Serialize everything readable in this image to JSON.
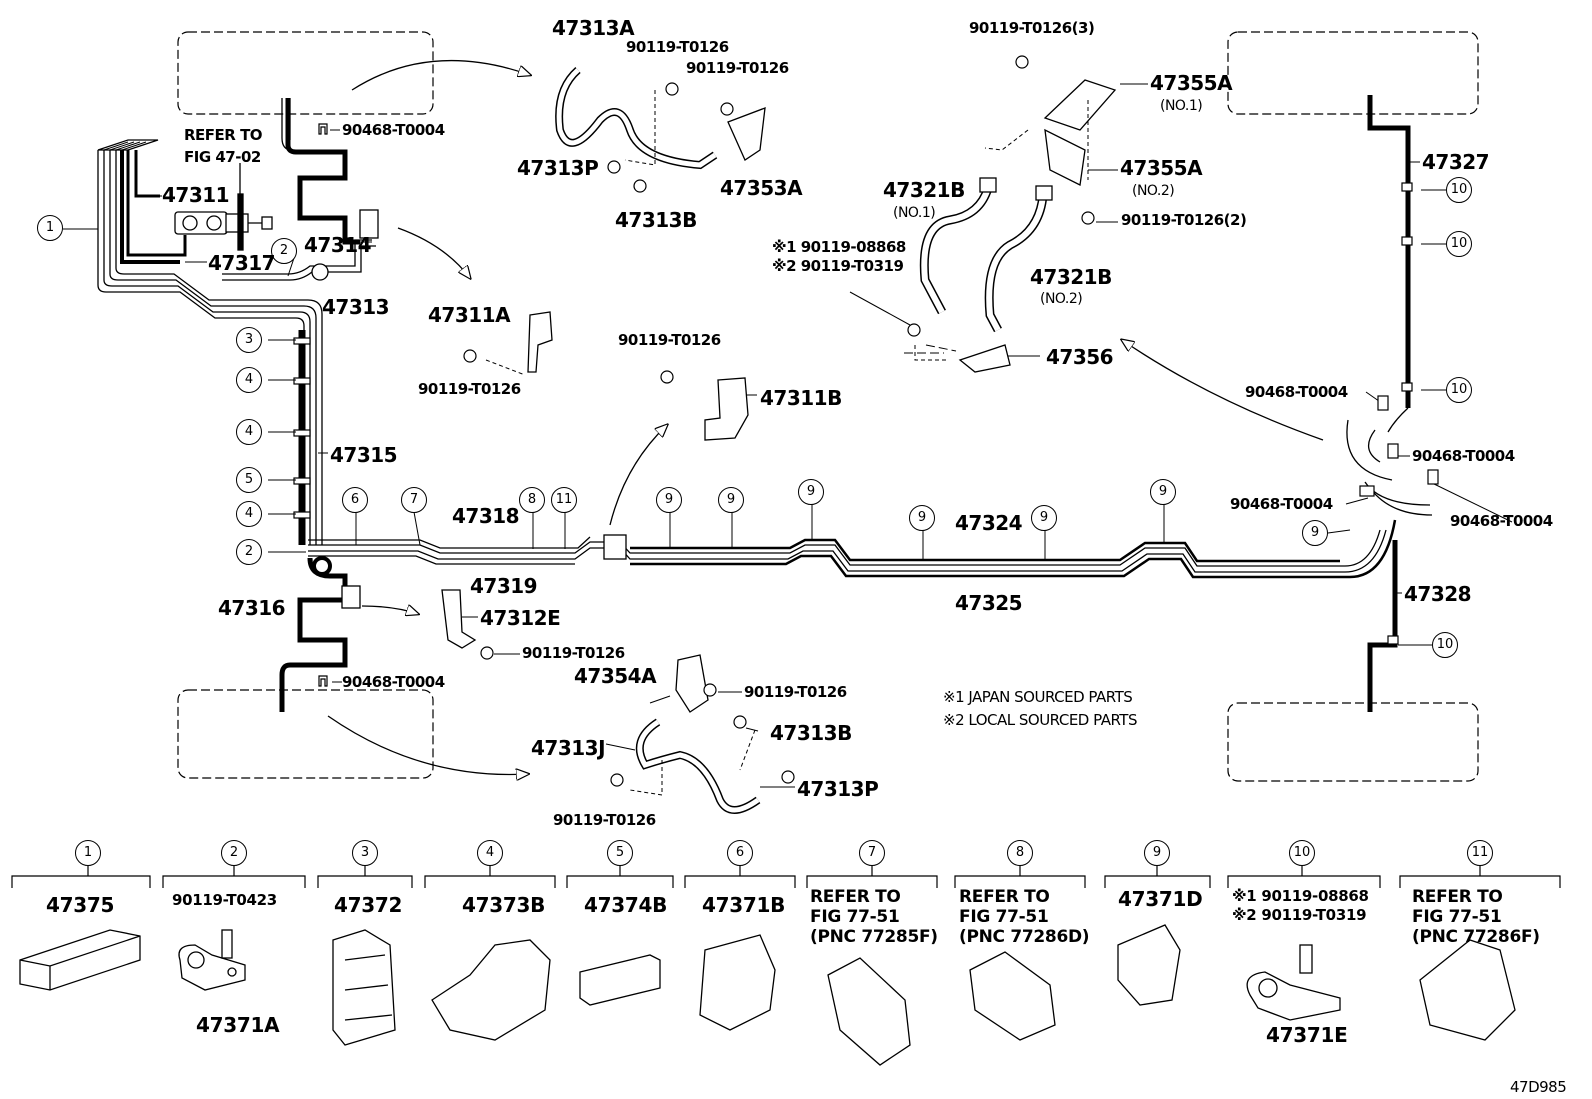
{
  "diagram_id": "47D985",
  "labels": {
    "p47313A": "47313A",
    "b90119a": "90119-T0126",
    "b90119b": "90119-T0126",
    "p47313P_top": "47313P",
    "p47313B_top": "47313B",
    "p47353A": "47353A",
    "refer_line1": "REFER TO",
    "refer_line2": "FIG 47-02",
    "c90468_top": "90468-T0004",
    "p47311": "47311",
    "p47314": "47314",
    "p47317": "47317",
    "p47313": "47313",
    "p47311A": "47311A",
    "b90119c": "90119-T0126",
    "b90119d": "90119-T0126",
    "p47311B": "47311B",
    "b90119_3": "90119-T0126(3)",
    "p47355A1": "47355A",
    "no1a": "(NO.1)",
    "p47355A2": "47355A",
    "no2a": "(NO.2)",
    "b90119_2": "90119-T0126(2)",
    "p47321B1": "47321B",
    "no1b": "(NO.1)",
    "p47321B2": "47321B",
    "no2b": "(NO.2)",
    "ref1": "※1 90119-08868",
    "ref2": "※2 90119-T0319",
    "p47356": "47356",
    "p47327": "47327",
    "c90468_r1": "90468-T0004",
    "c90468_r2": "90468-T0004",
    "c90468_r3": "90468-T0004",
    "c90468_r4": "90468-T0004",
    "p47315": "47315",
    "p47318": "47318",
    "p47319": "47319",
    "p47324": "47324",
    "p47325": "47325",
    "p47328": "47328",
    "p47316": "47316",
    "p47312E": "47312E",
    "b90119e": "90119-T0126",
    "c90468_bot": "90468-T0004",
    "p47354A": "47354A",
    "b90119f": "90119-T0126",
    "p47313B_bot": "47313B",
    "p47313J": "47313J",
    "p47313P_bot": "47313P",
    "b90119g": "90119-T0126",
    "note1": "※1 JAPAN SOURCED PARTS",
    "note2": "※2 LOCAL SOURCED PARTS"
  },
  "callouts": [
    "1",
    "2",
    "3",
    "4",
    "4",
    "5",
    "4",
    "2",
    "6",
    "7",
    "8",
    "11",
    "9",
    "9",
    "9",
    "9",
    "9",
    "9",
    "9",
    "10",
    "10",
    "10",
    "10"
  ],
  "legend": [
    {
      "num": "1",
      "lines": [
        "47375"
      ],
      "part": ""
    },
    {
      "num": "2",
      "lines": [
        "90119-T0423"
      ],
      "part": "47371A"
    },
    {
      "num": "3",
      "lines": [
        "47372"
      ],
      "part": ""
    },
    {
      "num": "4",
      "lines": [
        "47373B"
      ],
      "part": ""
    },
    {
      "num": "5",
      "lines": [
        "47374B"
      ],
      "part": ""
    },
    {
      "num": "6",
      "lines": [
        "47371B"
      ],
      "part": ""
    },
    {
      "num": "7",
      "lines": [
        "REFER TO",
        "FIG 77-51",
        "(PNC 77285F)"
      ],
      "part": ""
    },
    {
      "num": "8",
      "lines": [
        "REFER TO",
        "FIG 77-51",
        "(PNC 77286D)"
      ],
      "part": ""
    },
    {
      "num": "9",
      "lines": [
        "47371D"
      ],
      "part": ""
    },
    {
      "num": "10",
      "lines": [
        "※1 90119-08868",
        "※2 90119-T0319"
      ],
      "part": "47371E"
    },
    {
      "num": "11",
      "lines": [
        "REFER TO",
        "FIG 77-51",
        "(PNC 77286F)"
      ],
      "part": ""
    }
  ]
}
